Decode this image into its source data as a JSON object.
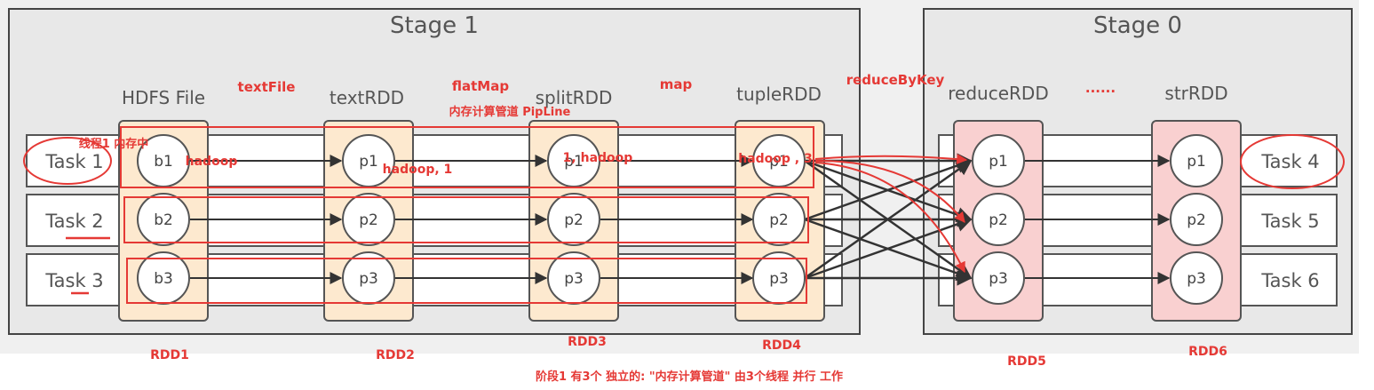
{
  "stages": [
    {
      "title": "Stage 1"
    },
    {
      "title": "Stage 0"
    }
  ],
  "rdds": [
    {
      "title": "HDFS File",
      "partitions": [
        "b1",
        "b2",
        "b3"
      ]
    },
    {
      "title": "textRDD",
      "partitions": [
        "p1",
        "p2",
        "p3"
      ]
    },
    {
      "title": "splitRDD",
      "partitions": [
        "p1",
        "p2",
        "p3"
      ]
    },
    {
      "title": "tupleRDD",
      "partitions": [
        "p1",
        "p2",
        "p3"
      ]
    },
    {
      "title": "reduceRDD",
      "partitions": [
        "p1",
        "p2",
        "p3"
      ]
    },
    {
      "title": "strRDD",
      "partitions": [
        "p1",
        "p2",
        "p3"
      ]
    }
  ],
  "tasks_left": [
    "Task 1",
    "Task 2",
    "Task 3"
  ],
  "tasks_right": [
    "Task 4",
    "Task 5",
    "Task 6"
  ],
  "operators": {
    "textFile": "textFile",
    "flatMap": "flatMap",
    "map": "map",
    "reduceByKey": "reduceByKey",
    "ellipsis": "......"
  },
  "annotations": {
    "pipeline": "内存计算管道 PipLine",
    "thread_note": "线程1 内存中",
    "hadoop": "hadoop",
    "hadoop_1": "hadoop, 1",
    "one_hadoop": "1, hadoop",
    "hadoop_3": "hadoop , 3"
  },
  "rdd_numbers": [
    "RDD1",
    "RDD2",
    "RDD3",
    "RDD4",
    "RDD5",
    "RDD6"
  ],
  "footer": "阶段1 有3个  独立的: \"内存计算管道\"    由3个线程 并行 工作",
  "colors": {
    "stage_bg": "#e8e8e8",
    "rdd_stage1": "#fde9cf",
    "rdd_stage0": "#f9d0d0",
    "annotation_red": "#e53935"
  }
}
